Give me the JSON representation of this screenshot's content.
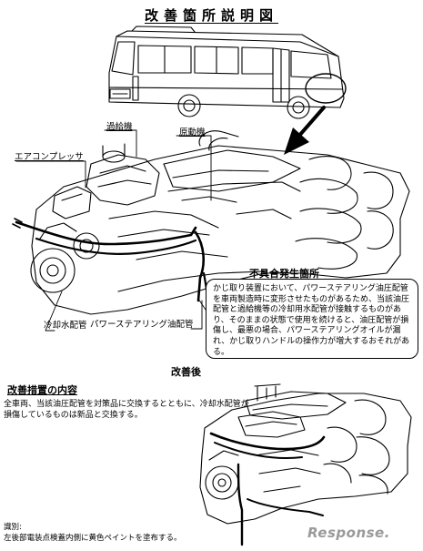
{
  "title": "改善箇所説明図",
  "labels": {
    "turbo": "過給機",
    "engine": "原動機",
    "aircon": "エアコンプレッサ",
    "coolant_pipe": "冷却水配管",
    "ps_pipe": "パワーステアリング油配管"
  },
  "defect": {
    "heading": "不具合発生箇所",
    "text": "かじ取り装置において、パワーステアリング油圧配管を車両製造時に変形させたものがあるため、当該油圧配管と過給機等の冷却用水配管が接触するものがあり、そのままの状態で使用を続けると、油圧配管が損傷し、最悪の場合、パワーステアリングオイルが漏れ、かじ取りハンドルの操作力が増大するおそれがある。"
  },
  "after": {
    "heading": "改善後"
  },
  "remedy": {
    "heading": "改善措置の内容",
    "text": "全車両、当該油圧配管を対策品に交換するとともに、冷却水配管が損傷しているものは新品と交換する。"
  },
  "identification": {
    "label": "識別:",
    "text": "左後部電装点検蓋内側に黄色ペイントを塗布する。"
  },
  "watermark": "Response."
}
